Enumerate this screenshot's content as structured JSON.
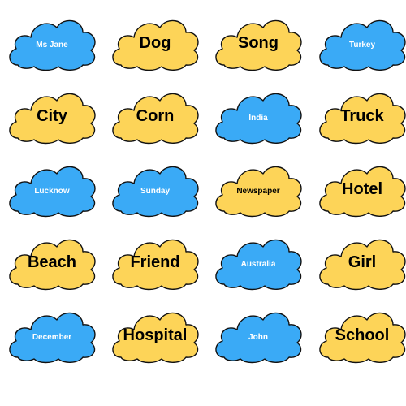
{
  "colors": {
    "blue": "#3aaaf6",
    "yellow": "#fdd458",
    "outline": "#111111"
  },
  "words": [
    {
      "text": "Ms Jane",
      "color": "blue"
    },
    {
      "text": "Dog",
      "color": "yellow"
    },
    {
      "text": "Song",
      "color": "yellow"
    },
    {
      "text": "Turkey",
      "color": "blue"
    },
    {
      "text": "City",
      "color": "yellow"
    },
    {
      "text": "Corn",
      "color": "yellow"
    },
    {
      "text": "India",
      "color": "blue"
    },
    {
      "text": "Truck",
      "color": "yellow"
    },
    {
      "text": "Lucknow",
      "color": "blue"
    },
    {
      "text": "Sunday",
      "color": "blue"
    },
    {
      "text": "Newspaper",
      "color": "yellow"
    },
    {
      "text": "Hotel",
      "color": "yellow"
    },
    {
      "text": "Beach",
      "color": "yellow"
    },
    {
      "text": "Friend",
      "color": "yellow"
    },
    {
      "text": "Australia",
      "color": "blue"
    },
    {
      "text": "Girl",
      "color": "yellow"
    },
    {
      "text": "December",
      "color": "blue"
    },
    {
      "text": "Hospital",
      "color": "yellow"
    },
    {
      "text": "John",
      "color": "blue"
    },
    {
      "text": "School",
      "color": "yellow"
    }
  ]
}
